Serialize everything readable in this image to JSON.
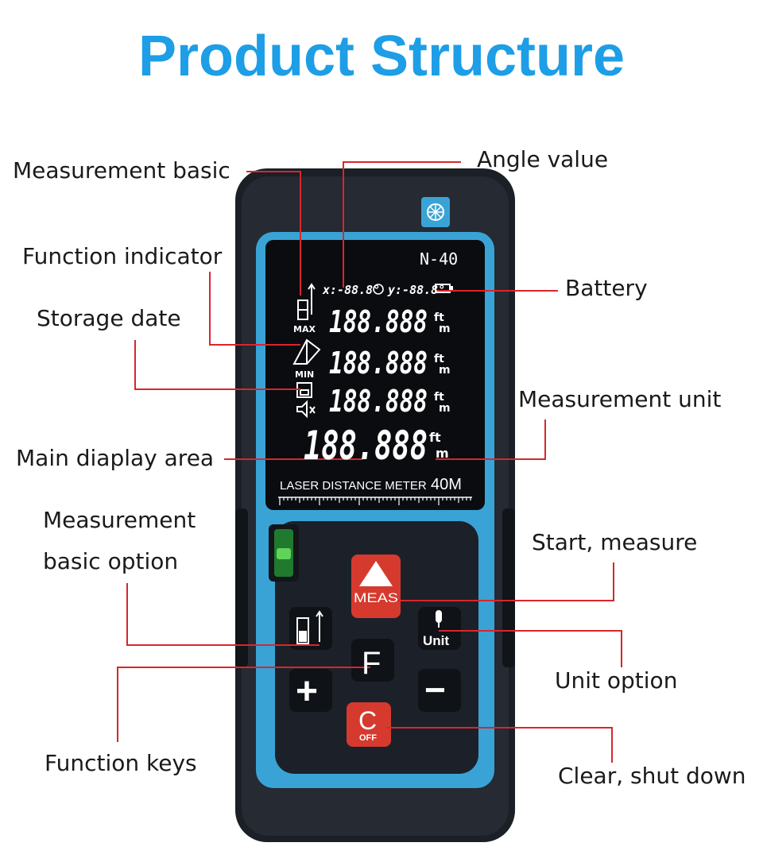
{
  "title": "Product Structure",
  "callouts": {
    "measurement_basic": "Measurement basic",
    "angle_value": "Angle value",
    "function_indicator": "Function indicator",
    "battery": "Battery",
    "storage_date": "Storage date",
    "measurement_unit": "Measurement unit",
    "main_display_area": "Main diaplay area",
    "measurement_basic_option_line1": "Measurement",
    "measurement_basic_option_line2": "basic option",
    "start_measure": "Start, measure",
    "unit_option": "Unit option",
    "function_keys": "Function keys",
    "clear_shut_down": "Clear, shut down"
  },
  "device": {
    "model": "N-40",
    "label_strip": "LASER DISTANCE METER",
    "range": "40M",
    "angle_x": "x:-88.8°",
    "angle_y": "y:-88.8°",
    "display_rows": [
      "188.888",
      "188.888",
      "188.888",
      "188.888"
    ],
    "max_label": "MAX",
    "min_label": "MIN",
    "unit_ft": "ft",
    "unit_m": "m",
    "keys": {
      "meas": "MEAS",
      "unit": "Unit",
      "f": "F",
      "plus": "+",
      "minus": "−",
      "c": "C",
      "off": "OFF"
    }
  },
  "colors": {
    "title": "#1d9ee6",
    "accent_blue": "#3aa3d6",
    "body": "#1b1f26",
    "red_key": "#d63a2e",
    "leader_line": "#d9262b",
    "lcd": "#ffffff"
  }
}
